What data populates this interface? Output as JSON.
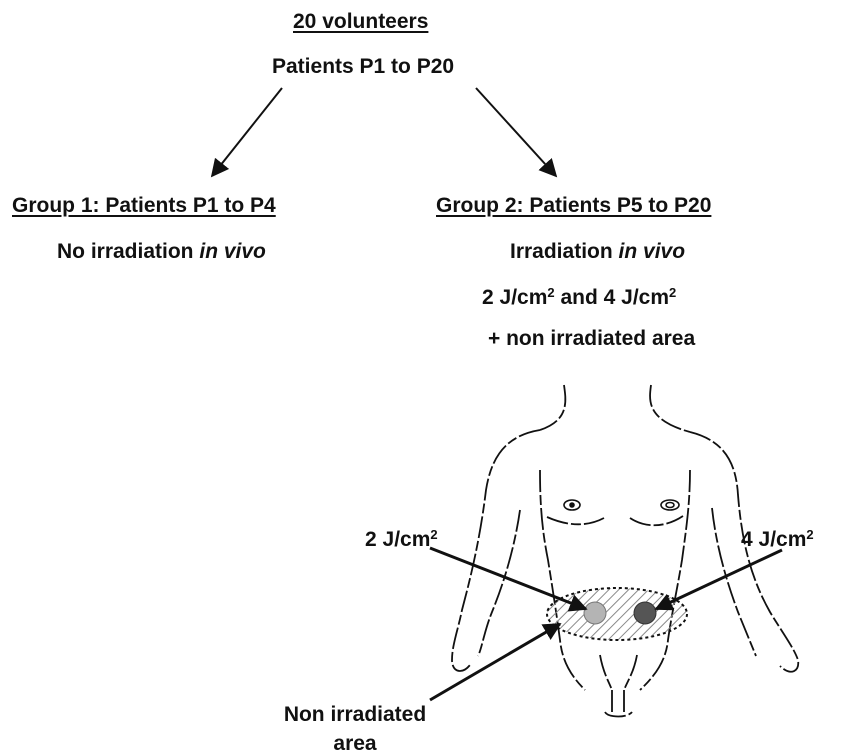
{
  "top": {
    "title": "20 volunteers",
    "subtitle": "Patients P1 to P20"
  },
  "group1": {
    "heading": "Group 1: Patients P1 to P4",
    "desc_prefix": "No irradiation",
    "desc_italic": "in vivo"
  },
  "group2": {
    "heading": "Group 2: Patients P5 to P20",
    "desc_prefix": "Irradiation",
    "desc_italic": "in vivo",
    "dose_a": "2 J/cm",
    "dose_mid": " and 4 J/cm",
    "dose_sup": "2",
    "extra": "+ non irradiated area"
  },
  "figure": {
    "label_left": "2 J/cm",
    "label_right": "4 J/cm",
    "label_sup": "2",
    "label_bottom_line1": "Non irradiated",
    "label_bottom_line2": "area",
    "colors": {
      "dose_2": "#b4b4b4",
      "dose_4": "#555555",
      "hatch": "#8a8a8a"
    }
  }
}
